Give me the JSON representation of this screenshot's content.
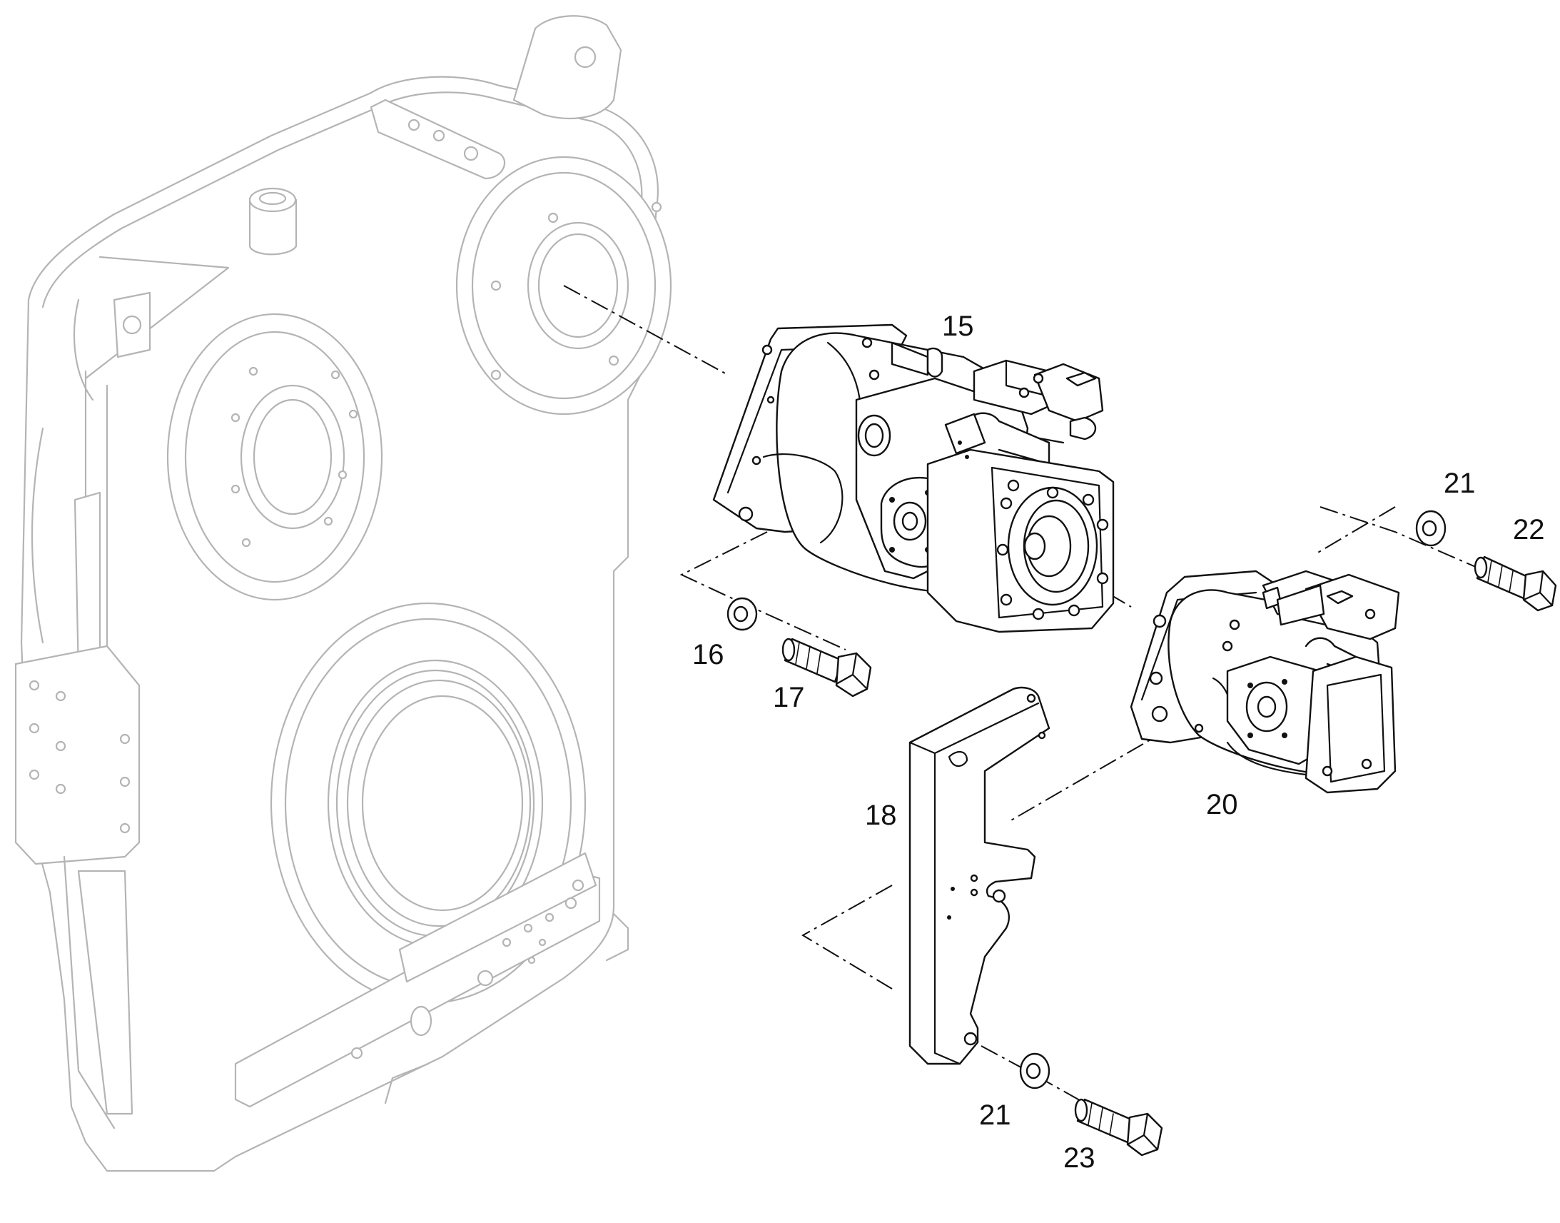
{
  "callouts": {
    "c15": "15",
    "c16": "16",
    "c17": "17",
    "c18": "18",
    "c20": "20",
    "c21_top": "21",
    "c21_bottom": "21",
    "c22": "22",
    "c23": "23"
  }
}
